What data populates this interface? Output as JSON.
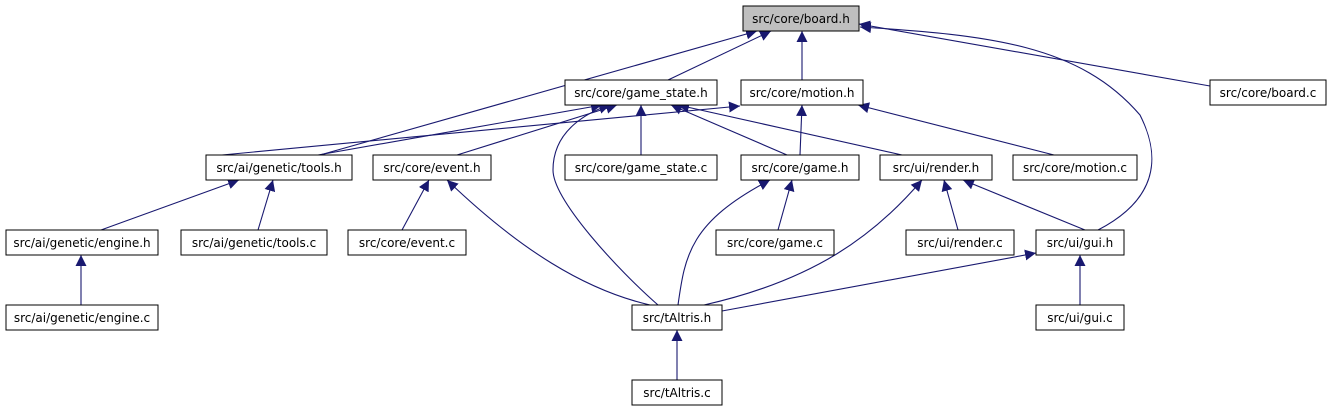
{
  "colors": {
    "edge": "#191970",
    "root_fill": "#bfbfbf",
    "node_fill": "#ffffff",
    "node_border": "#000000"
  },
  "nodes": [
    {
      "id": "board_h",
      "label": "src/core/board.h",
      "root": true
    },
    {
      "id": "game_state_h",
      "label": "src/core/game_state.h"
    },
    {
      "id": "motion_h",
      "label": "src/core/motion.h"
    },
    {
      "id": "board_c",
      "label": "src/core/board.c"
    },
    {
      "id": "tools_h",
      "label": "src/ai/genetic/tools.h"
    },
    {
      "id": "event_h",
      "label": "src/core/event.h"
    },
    {
      "id": "game_state_c",
      "label": "src/core/game_state.c"
    },
    {
      "id": "game_h",
      "label": "src/core/game.h"
    },
    {
      "id": "render_h",
      "label": "src/ui/render.h"
    },
    {
      "id": "motion_c",
      "label": "src/core/motion.c"
    },
    {
      "id": "engine_h",
      "label": "src/ai/genetic/engine.h"
    },
    {
      "id": "tools_c",
      "label": "src/ai/genetic/tools.c"
    },
    {
      "id": "event_c",
      "label": "src/core/event.c"
    },
    {
      "id": "game_c",
      "label": "src/core/game.c"
    },
    {
      "id": "render_c",
      "label": "src/ui/render.c"
    },
    {
      "id": "gui_h",
      "label": "src/ui/gui.h"
    },
    {
      "id": "engine_c",
      "label": "src/ai/genetic/engine.c"
    },
    {
      "id": "taltris_h",
      "label": "src/tAltris.h"
    },
    {
      "id": "gui_c",
      "label": "src/ui/gui.c"
    },
    {
      "id": "taltris_c",
      "label": "src/tAltris.c"
    }
  ],
  "edges": [
    {
      "from": "game_state_h",
      "to": "board_h"
    },
    {
      "from": "motion_h",
      "to": "board_h"
    },
    {
      "from": "board_c",
      "to": "board_h"
    },
    {
      "from": "tools_h",
      "to": "board_h"
    },
    {
      "from": "gui_h",
      "to": "board_h"
    },
    {
      "from": "tools_h",
      "to": "game_state_h"
    },
    {
      "from": "event_h",
      "to": "game_state_h"
    },
    {
      "from": "game_state_c",
      "to": "game_state_h"
    },
    {
      "from": "game_h",
      "to": "game_state_h"
    },
    {
      "from": "render_h",
      "to": "game_state_h"
    },
    {
      "from": "taltris_h",
      "to": "game_state_h"
    },
    {
      "from": "tools_h",
      "to": "motion_h"
    },
    {
      "from": "game_h",
      "to": "motion_h"
    },
    {
      "from": "motion_c",
      "to": "motion_h"
    },
    {
      "from": "engine_h",
      "to": "tools_h"
    },
    {
      "from": "tools_c",
      "to": "tools_h"
    },
    {
      "from": "event_c",
      "to": "event_h"
    },
    {
      "from": "taltris_h",
      "to": "event_h"
    },
    {
      "from": "game_c",
      "to": "game_h"
    },
    {
      "from": "taltris_h",
      "to": "game_h"
    },
    {
      "from": "render_c",
      "to": "render_h"
    },
    {
      "from": "gui_h",
      "to": "render_h"
    },
    {
      "from": "taltris_h",
      "to": "render_h"
    },
    {
      "from": "engine_c",
      "to": "engine_h"
    },
    {
      "from": "taltris_h",
      "to": "gui_h"
    },
    {
      "from": "gui_c",
      "to": "gui_h"
    },
    {
      "from": "taltris_c",
      "to": "taltris_h"
    }
  ]
}
